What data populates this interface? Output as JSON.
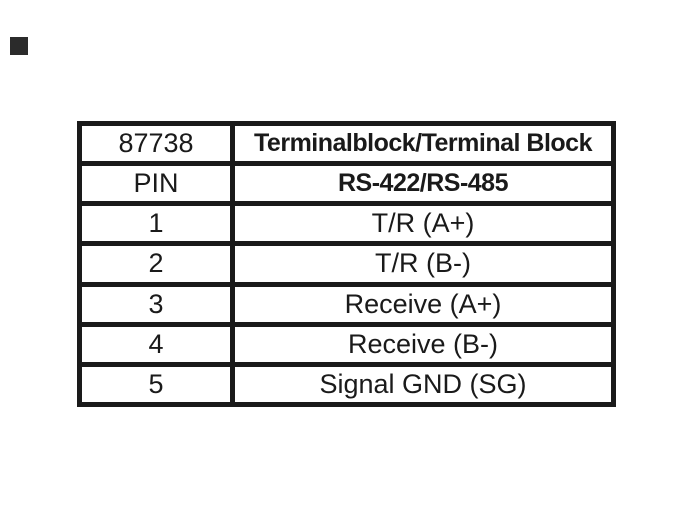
{
  "page": {
    "background_color": "#ffffff",
    "corner_marker_color": "#2b2b2b"
  },
  "table": {
    "border_color": "#1a1a1a",
    "text_color": "#1a1a1a",
    "rows": [
      {
        "col1": "87738",
        "col2": "Terminalblock/Terminal Block",
        "col2_bold": true
      },
      {
        "col1": "PIN",
        "col2": "RS-422/RS-485",
        "col2_bold": true
      },
      {
        "col1": "1",
        "col2": "T/R (A+)",
        "col2_bold": false
      },
      {
        "col1": "2",
        "col2": "T/R (B-)",
        "col2_bold": false
      },
      {
        "col1": "3",
        "col2": "Receive (A+)",
        "col2_bold": false
      },
      {
        "col1": "4",
        "col2": "Receive (B-)",
        "col2_bold": false
      },
      {
        "col1": "5",
        "col2": "Signal GND (SG)",
        "col2_bold": false
      }
    ]
  }
}
